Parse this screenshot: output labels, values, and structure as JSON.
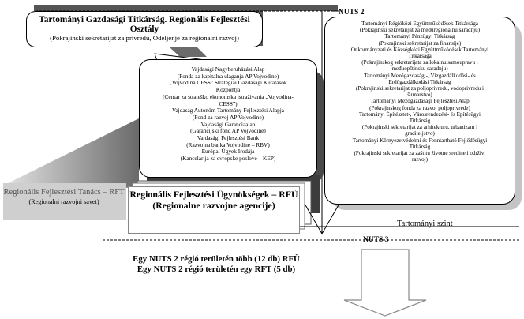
{
  "labels": {
    "nuts2": "NUTS 2",
    "nuts3": "NUTS 3",
    "provincial_level": "Tartományi szint"
  },
  "top_box": {
    "title_hu": "Tartományi Gazdasági Titkárság. Regionális Fejlesztési Osztály",
    "title_sr": "(Pokrajinski sekretarijat za privredu, Odeljenje za regionalni razvoj)"
  },
  "center_box": {
    "lines": [
      "Vajdasági Nagyberuházási Alap",
      "(Fonda za kapitalna ulaganja AP Vojvodine)",
      "„Vojvodina CESS” Stratégiai Gazdasági Kutatások",
      "Központja",
      "(Centar za strateško ekonomska istraživanja „Vojvodina-",
      "CESS”)",
      "Vajdaság Autonóm Tartomány Fejlesztési Alapja",
      "(Fond za razvoj AP Vojvodine)",
      "Vajdasági Garanciaalap",
      "(Garancijski fond AP Vojvodine)",
      "Vajdasági Fejlesztési Bank",
      "(Razvojna banka Vojvodine – RBV)",
      "Európai Ügyek Irodája",
      "(Kancelarija za evropske poslove – KEP)"
    ]
  },
  "right_box": {
    "lines": [
      "Tartományi Régióközi Együttműködések Titkársága",
      "(Pokrajinski sekretarijat za međuregionalnu saradnju)",
      "Tartományi Pénzügyi Titkárság",
      "(Pokrajinski sekretarijat za finansije)",
      "Önkormányzati és Községközi Együttműködések Tartományi",
      "Titkársága",
      "(Pokrajinskog sekretarijata za lokalnu samoupravu i",
      "međuopštinsku saradnju)",
      "Tartományi Mezőgazdasági-, Vízgazdálkodási- és",
      "Erdőgazdálkodási Titkárság",
      "(Pokrajinski sekretarijat za poljoprivredu, vodoprivredu i",
      "šumarstvo)",
      "Tartományi Mezőgazdasági Fejlesztési Alap",
      "(Pokrajinskog fonda za razvoj poljoprivrede)",
      "Tartományi Építésztet-, Városrendezési- és Építésügyi",
      "Titkárság",
      "(Pokrajinski sekretarijat za arhitekturu, urbanizam i",
      "graditeljstvo)",
      "Tartományi Környezetvédelmi és Fenntartható Fejlődésügyi",
      "Titkárság",
      "(Pokrajinski sekretarijat za zaštitu životne sredine i održivi",
      "razvoj)"
    ]
  },
  "council": {
    "title_hu": "Regionális Fejlesztési Tanács – RFT",
    "title_sr": "(Regionalni razvojni savet)"
  },
  "agency": {
    "title_hu": "Regionális Fejlesztési Ügynökségek – RFÜ",
    "title_sr": "(Regionalne razvojne agencije)"
  },
  "bottom": {
    "line1": "Egy NUTS 2 régió területén több (12 db) RFÜ",
    "line2": "Egy NUTS 2 régió területén egy RFT (5 db)"
  },
  "colors": {
    "shadow_dark": "#555555",
    "shadow_light": "#c8c8c8",
    "council_text": "#555555"
  }
}
